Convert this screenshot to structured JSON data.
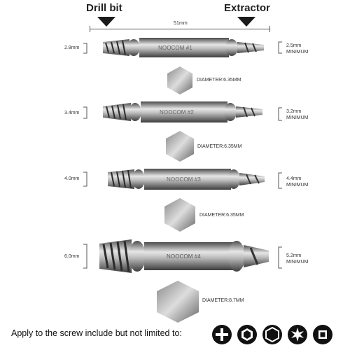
{
  "header": {
    "left": "Drill bit",
    "right": "Extractor",
    "length": "51mm"
  },
  "bits": [
    {
      "left_size": "2.8mm",
      "brand": "NOOCOM #1",
      "right_size": "2.5mm",
      "right_label": "MINIMUM",
      "diameter": "DIAMETER:6.35MM"
    },
    {
      "left_size": "3.4mm",
      "brand": "NOOCOM #2",
      "right_size": "3.2mm",
      "right_label": "MINIMUM",
      "diameter": "DIAMETER:6.35MM"
    },
    {
      "left_size": "4.0mm",
      "brand": "NOOCOM #3",
      "right_size": "4.4mm",
      "right_label": "MINIMUM",
      "diameter": "DIAMETER:6.35MM"
    },
    {
      "left_size": "6.0mm",
      "brand": "NOOCOM #4",
      "right_size": "5.2mm",
      "right_label": "MINIMUM",
      "diameter": "DIAMETER:8.7MM"
    }
  ],
  "footer": {
    "text": "Apply to the screw include but not limited to:"
  },
  "icons": [
    "phillips-icon",
    "hex-icon",
    "hex-outline-icon",
    "torx-icon",
    "square-icon"
  ],
  "colors": {
    "accent": "#111111",
    "metal_dark": "#5a5a5a",
    "metal_light": "#d8d8d8"
  }
}
